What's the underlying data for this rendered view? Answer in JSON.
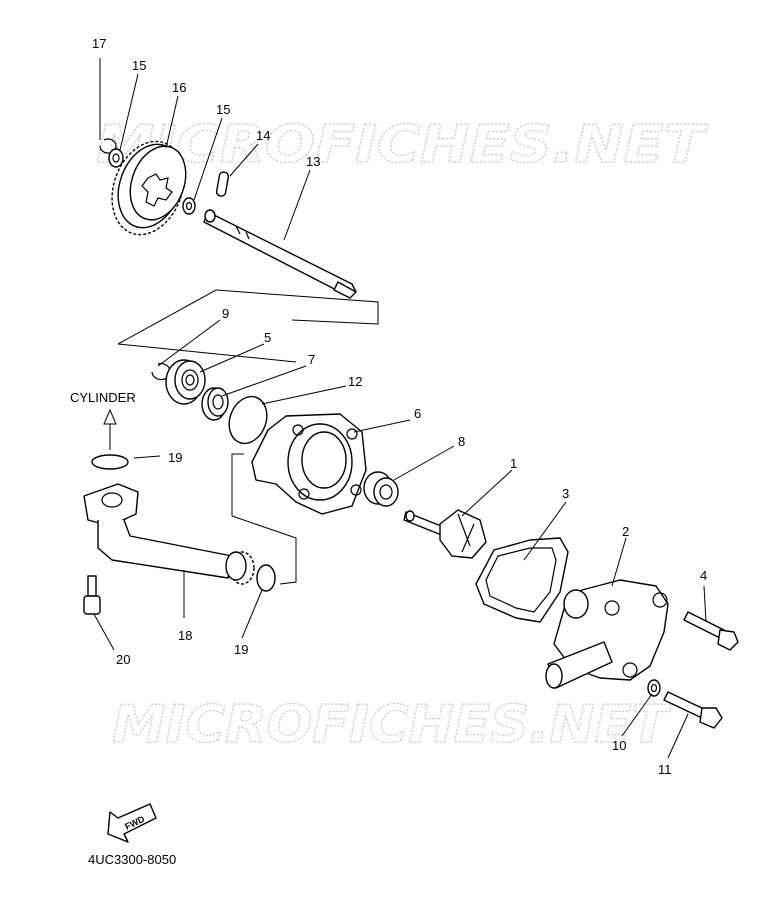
{
  "watermark": "MICROFICHES.NET",
  "reference": "CYLINDER",
  "direction_label": "FWD",
  "diagram_code": "4UC3300-8050",
  "callouts": {
    "c1": "1",
    "c2": "2",
    "c3": "3",
    "c4": "4",
    "c5": "5",
    "c6": "6",
    "c7": "7",
    "c8": "8",
    "c9": "9",
    "c10": "10",
    "c11": "11",
    "c12": "12",
    "c13": "13",
    "c14": "14",
    "c15a": "15",
    "c15b": "15",
    "c16": "16",
    "c17": "17",
    "c18": "18",
    "c19a": "19",
    "c19b": "19",
    "c20": "20"
  }
}
